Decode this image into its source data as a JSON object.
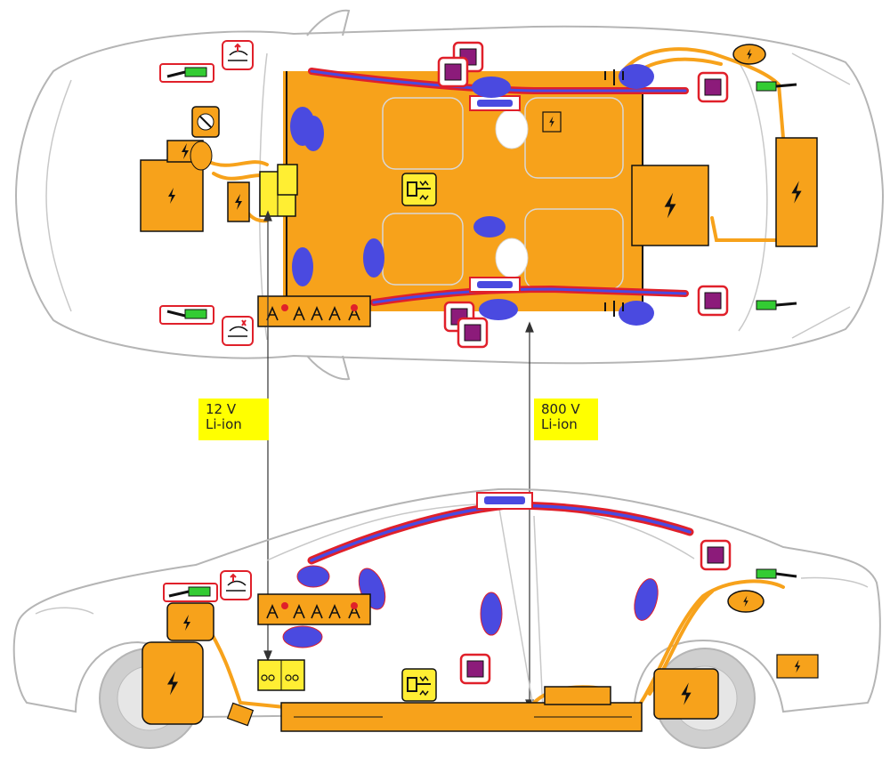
{
  "batteries": {
    "low_voltage": {
      "line1": "12 V",
      "line2": "Li-ion"
    },
    "high_voltage": {
      "line1": "800 V",
      "line2": "Li-ion"
    }
  },
  "colors": {
    "hv_component": "#f7a21b",
    "airbag": "#4a4ae0",
    "curtain_airbag_outline": "#e0202a",
    "sensor": "#8c1b7a",
    "pyro_actuator": "#33cc33",
    "low_voltage_battery": "#ffee33",
    "callout": "#ffff00",
    "body_outline": "#b5b5b5"
  },
  "icons": [
    "high-voltage-bolt-icon",
    "battery-icon",
    "gas-strut-icon",
    "pedestrian-protection-icon",
    "seat-belt-tensioner-icon",
    "fuse-icon"
  ]
}
